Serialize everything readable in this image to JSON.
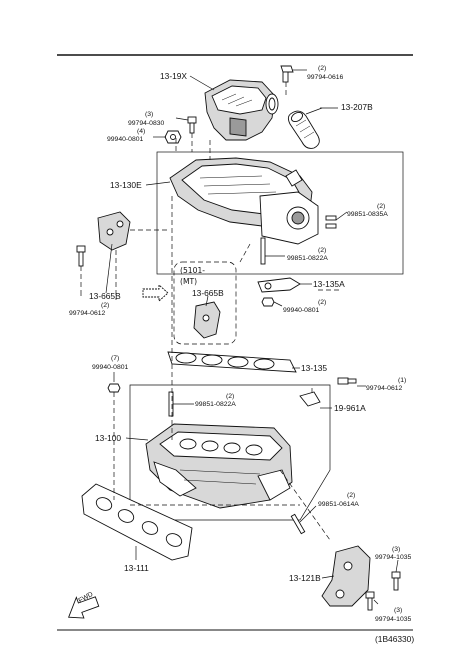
{
  "diagram_code": "(1B46330)",
  "fwd_label": "FWD",
  "variant": {
    "code": "(5101-",
    "sub": "(MT)"
  },
  "callouts": {
    "intake_cover": "13-19X",
    "bolt_0616": {
      "qty": "(2)",
      "part": "99794-0616"
    },
    "hose_207b": "13-207B",
    "bolt_0830": {
      "qty": "(3)",
      "part": "99794-0830"
    },
    "nut_0801_top": {
      "qty": "(4)",
      "part": "99940-0801"
    },
    "upper_manifold": "13-130E",
    "stud_0835a": {
      "qty": "(2)",
      "part": "99851-0835A"
    },
    "stud_0822a_top": {
      "qty": "(2)",
      "part": "99851-0822A"
    },
    "bracket_135a": "13-135A",
    "nut_0801_mid": {
      "qty": "(2)",
      "part": "99940-0801"
    },
    "bracket_665b_left": "13-665B",
    "bolt_0612_left": {
      "qty": "(2)",
      "part": "99794-0612"
    },
    "bracket_665b_mt": "13-665B",
    "gasket_135": "13-135",
    "nut_0801_low": {
      "qty": "(7)",
      "part": "99940-0801"
    },
    "bolt_0612_right": {
      "qty": "(1)",
      "part": "99794-0612"
    },
    "stud_0822a_low": {
      "qty": "(2)",
      "part": "99851-0822A"
    },
    "clip_961a": "19-961A",
    "lower_manifold": "13-100",
    "stud_0614a": {
      "qty": "(2)",
      "part": "99851-0614A"
    },
    "gasket_111": "13-111",
    "bolt_1035_a": {
      "qty": "(3)",
      "part": "99794-1035"
    },
    "bracket_121b": "13-121B",
    "bolt_1035_b": {
      "qty": "(3)",
      "part": "99794-1035"
    }
  }
}
